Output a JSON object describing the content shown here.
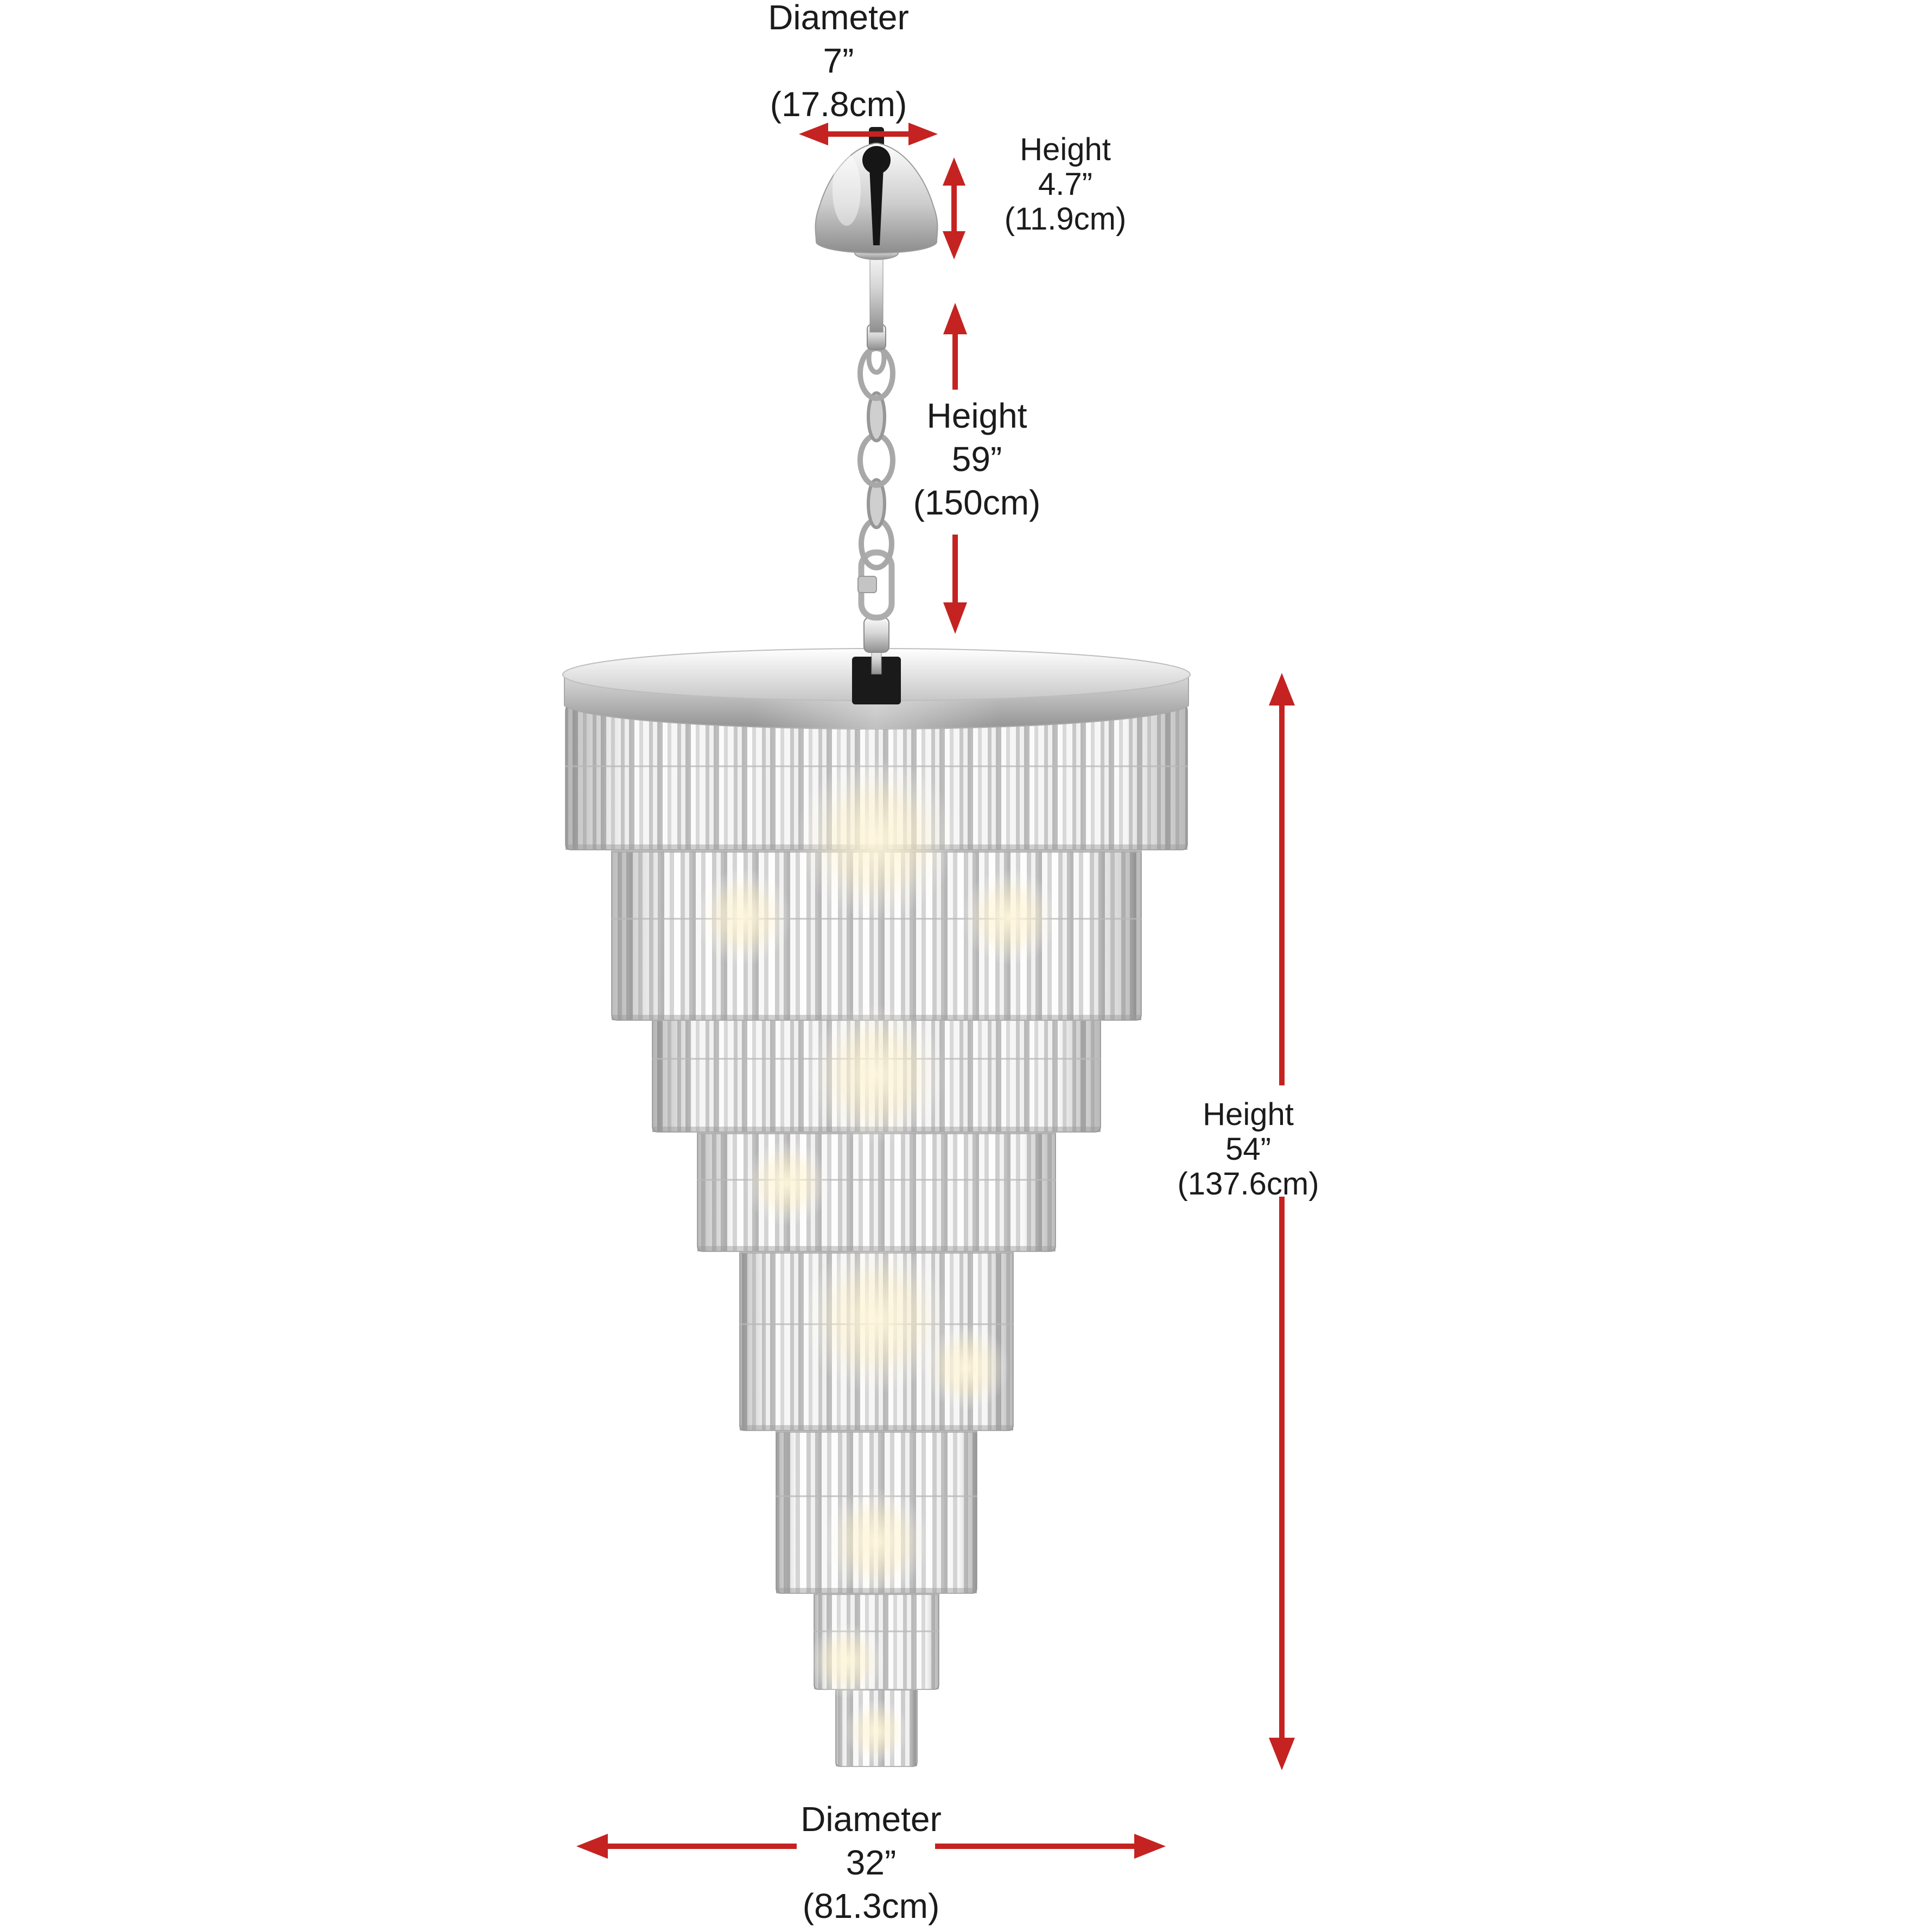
{
  "figure": {
    "name": "crystal-chandelier-dimension-diagram",
    "background": "#ffffff",
    "illustration_parts": [
      "canopy",
      "chain",
      "chrome-ring",
      "crystal-tiers"
    ]
  },
  "colors": {
    "dimension_red": "#c42321",
    "label_text": "#1b1b1b"
  },
  "labels": {
    "canopy_diameter": {
      "title": "Diameter",
      "inches": "7”",
      "cm": "(17.8cm)"
    },
    "canopy_height": {
      "title": "Height",
      "inches": "4.7”",
      "cm": "(11.9cm)"
    },
    "chain_height": {
      "title": "Height",
      "inches": "59”",
      "cm": "(150cm)"
    },
    "fixture_height": {
      "title": "Height",
      "inches": "54”",
      "cm": "(137.6cm)"
    },
    "fixture_diameter": {
      "title": "Diameter",
      "inches": "32”",
      "cm": "(81.3cm)"
    }
  }
}
